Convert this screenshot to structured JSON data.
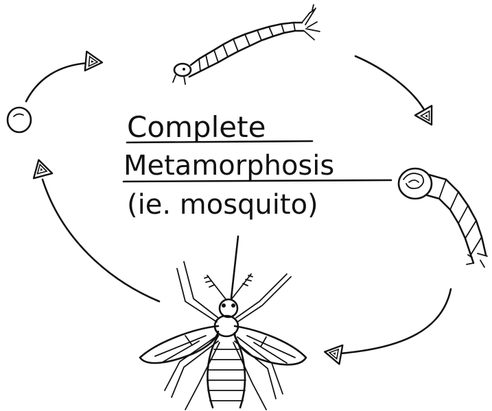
{
  "title": {
    "line1": "Complete",
    "line2": "Metamorphosis",
    "line3": "(ie. mosquito)"
  },
  "stages": [
    {
      "name": "egg-icon"
    },
    {
      "name": "larva-icon"
    },
    {
      "name": "pupa-icon"
    },
    {
      "name": "adult-mosquito-icon"
    }
  ],
  "colors": {
    "ink": "#111111",
    "paper": "#ffffff"
  }
}
